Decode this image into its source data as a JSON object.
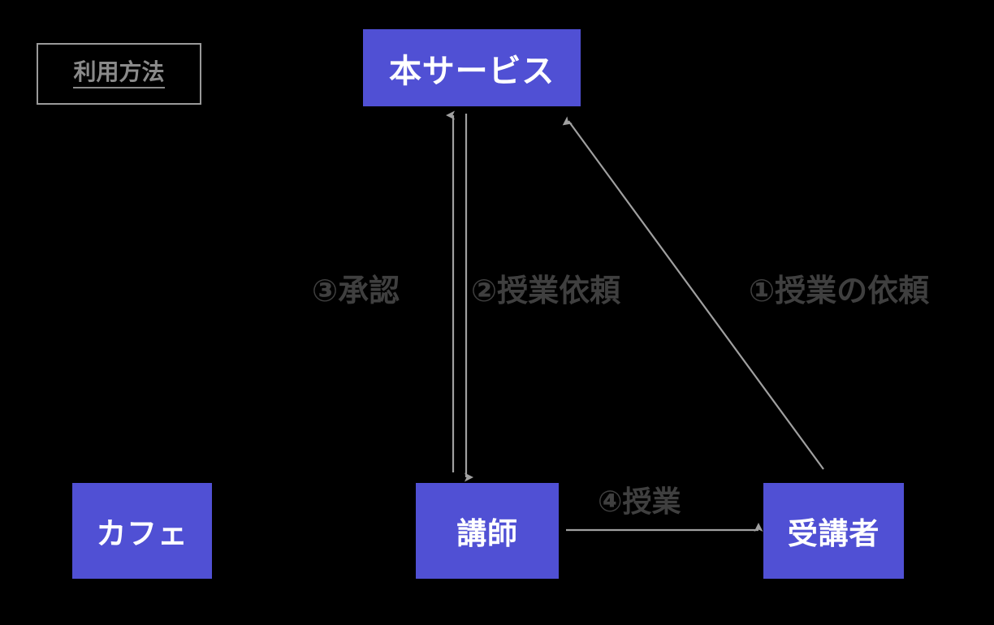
{
  "diagram": {
    "title_box": {
      "label": "利用方法"
    },
    "nodes": {
      "service": {
        "label": "本サービス"
      },
      "cafe": {
        "label": "カフェ"
      },
      "teacher": {
        "label": "講師"
      },
      "student": {
        "label": "受講者"
      }
    },
    "edges": [
      {
        "id": "1",
        "label": "①授業の依頼",
        "from": "student",
        "to": "service",
        "style": "diagonal-arrow-up-left"
      },
      {
        "id": "2",
        "label": "②授業依頼",
        "from": "service",
        "to": "teacher",
        "style": "vertical-arrow-down"
      },
      {
        "id": "3",
        "label": "③承認",
        "from": "teacher",
        "to": "service",
        "style": "vertical-arrow-up"
      },
      {
        "id": "4",
        "label": "④授業",
        "from": "teacher",
        "to": "student",
        "style": "horizontal-arrow-right"
      }
    ],
    "colors": {
      "background": "#000000",
      "node_fill": "#5050d4",
      "node_text": "#ffffff",
      "arrow": "#a0a0a0",
      "label_text": "#3f3f3f",
      "title_border": "#9a9a9a",
      "title_text": "#8a8a8a"
    }
  }
}
